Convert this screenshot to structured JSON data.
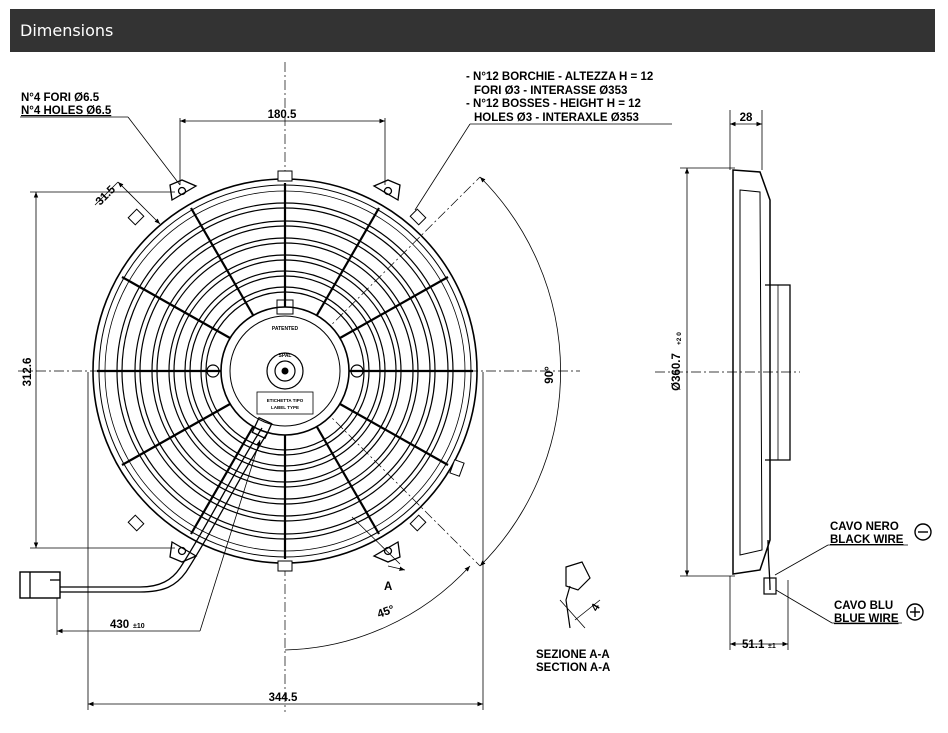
{
  "header": {
    "title": "Dimensions"
  },
  "notes": {
    "holes_it": "N°4 FORI Ø6.5",
    "holes_en": "N°4 HOLES Ø6.5",
    "bosses_it_1": "- N°12 BORCHIE - ALTEZZA H = 12",
    "bosses_it_2": "FORI Ø3 - INTERASSE Ø353",
    "bosses_en_1": "- N°12 BOSSES - HEIGHT H = 12",
    "bosses_en_2": "HOLES Ø3 - INTERAXLE Ø353",
    "section_it": "SEZIONE A-A",
    "section_en": "SECTION A-A",
    "black_it": "CAVO NERO",
    "black_en": "BLACK WIRE",
    "blue_it": "CAVO BLU",
    "blue_en": "BLUE WIRE",
    "minus": "−",
    "plus": "+"
  },
  "dimensions": {
    "d180": "180.5",
    "d31": "31.5",
    "d312": "312.6",
    "d90": "90°",
    "d45": "45°",
    "dA": "A",
    "d430": "430",
    "d430_tol": "±10",
    "d344": "344.5",
    "d28": "28",
    "d360": "Ø360.7",
    "d360_tol": "+2 0",
    "d51": "51.1",
    "d51_tol": "±1",
    "d4": "4"
  },
  "labels": {
    "patented": "PATENTED",
    "label_it": "ETICHETTA TIPO",
    "label_en": "LABEL TYPE",
    "spal": "SPAL"
  },
  "colors": {
    "header_bg": "#333333",
    "header_text": "#ffffff",
    "line": "#000000"
  }
}
